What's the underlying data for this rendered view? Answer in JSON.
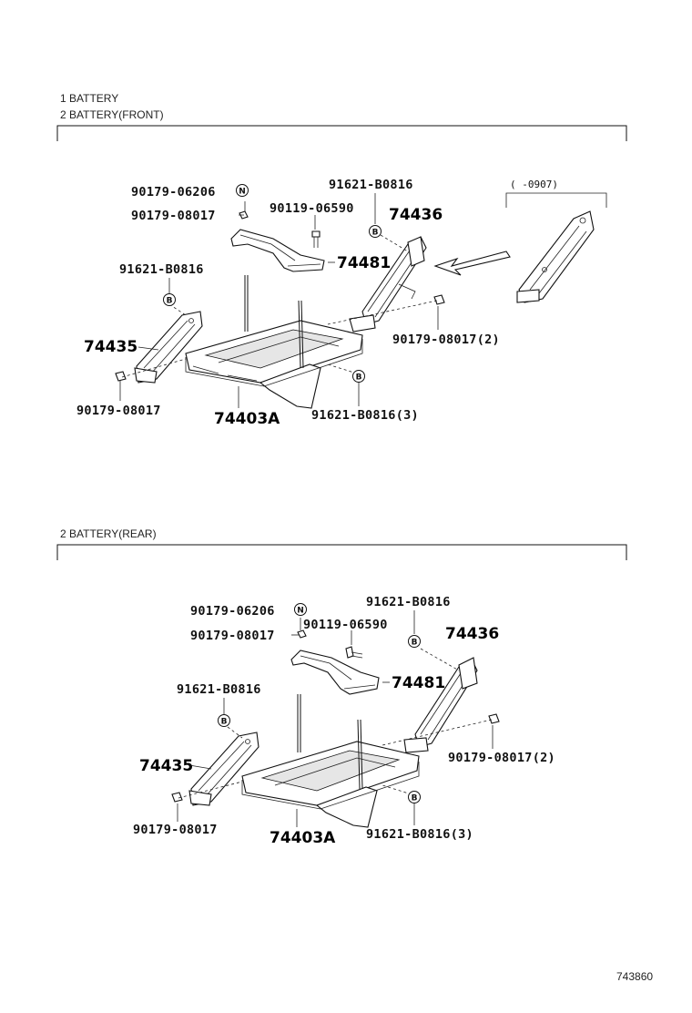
{
  "headers": {
    "line1": "1 BATTERY",
    "line2": "2 BATTERY(FRONT)",
    "rear": "2 BATTERY(REAR)"
  },
  "front": {
    "range_note": "(      -0907)",
    "labels": {
      "p90179_06206": "90179-06206",
      "p90179_08017_top": "90179-08017",
      "p90119_06590": "90119-06590",
      "p91621_b0816_top": "91621-B0816",
      "p74436": "74436",
      "p74481": "74481",
      "p91621_b0816_left": "91621-B0816",
      "p74435": "74435",
      "p90179_08017_2": "90179-08017(2)",
      "p90179_08017_left": "90179-08017",
      "p74403a": "74403A",
      "p91621_b0816_3": "91621-B0816(3)"
    }
  },
  "rear": {
    "labels": {
      "p90179_06206": "90179-06206",
      "p90179_08017_top": "90179-08017",
      "p90119_06590": "90119-06590",
      "p91621_b0816_top": "91621-B0816",
      "p74436": "74436",
      "p74481": "74481",
      "p91621_b0816_left": "91621-B0816",
      "p74435": "74435",
      "p90179_08017_2": "90179-08017(2)",
      "p90179_08017_left": "90179-08017",
      "p74403a": "74403A",
      "p91621_b0816_3": "91621-B0816(3)"
    }
  },
  "badges": {
    "n": "N",
    "b": "B"
  },
  "footer": {
    "diagram_id": "743860"
  }
}
